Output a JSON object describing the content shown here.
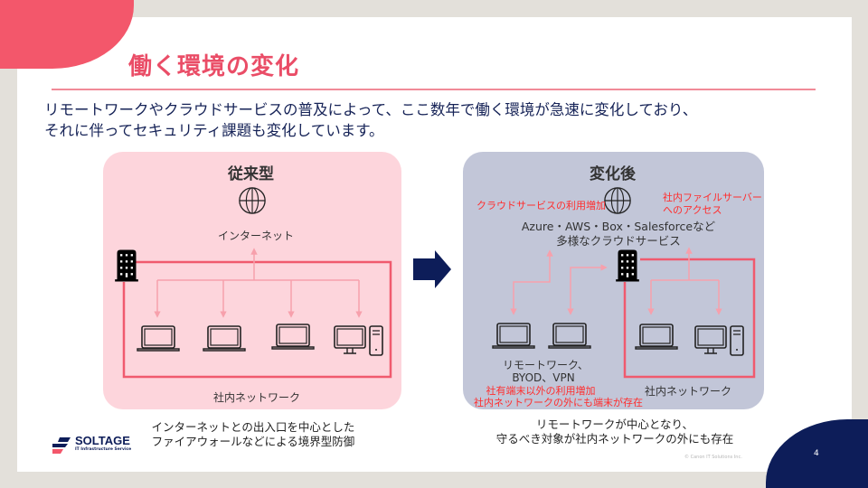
{
  "slide": {
    "title": "働く環境の変化",
    "lead_line1": "リモートワークやクラウドサービスの普及によって、ここ数年で働く環境が急速に変化しており、",
    "lead_line2": "それに伴ってセキュリティ課題も変化しています。",
    "page_number": "4",
    "copyright": "© Canon IT Solutions Inc."
  },
  "logo": {
    "name": "SOLTAGE",
    "tagline": "IT Infrastructure Service"
  },
  "left_panel": {
    "title": "従来型",
    "internet_label": "インターネット",
    "network_label": "社内ネットワーク",
    "devices": [
      "laptop",
      "laptop",
      "laptop",
      "desktop"
    ],
    "caption_line1": "インターネットとの出入口を中心とした",
    "caption_line2": "ファイアウォールなどによる境界型防御"
  },
  "right_panel": {
    "title": "変化後",
    "annotation_cloud": "クラウドサービスの利用増加",
    "annotation_fileserver_line1": "社内ファイルサーバー",
    "annotation_fileserver_line2": "へのアクセス",
    "cloud_services_line1": "Azure・AWS・Box・Salesforceなど",
    "cloud_services_line2": "多様なクラウドサービス",
    "remote_label_line1": "リモートワーク、",
    "remote_label_line2": "BYOD、VPN",
    "annotation_remote_line1": "社有端末以外の利用増加",
    "annotation_remote_line2": "社内ネットワークの外にも端末が存在",
    "network_label": "社内ネットワーク",
    "caption_line1": "リモートワークが中心となり、",
    "caption_line2": "守るべき対象が社内ネットワークの外にも存在"
  },
  "colors": {
    "accent_red": "#f3576b",
    "navy": "#0d1d59",
    "annotation_red": "#ff2d2d",
    "arrow_pink": "#f7a0ac"
  }
}
